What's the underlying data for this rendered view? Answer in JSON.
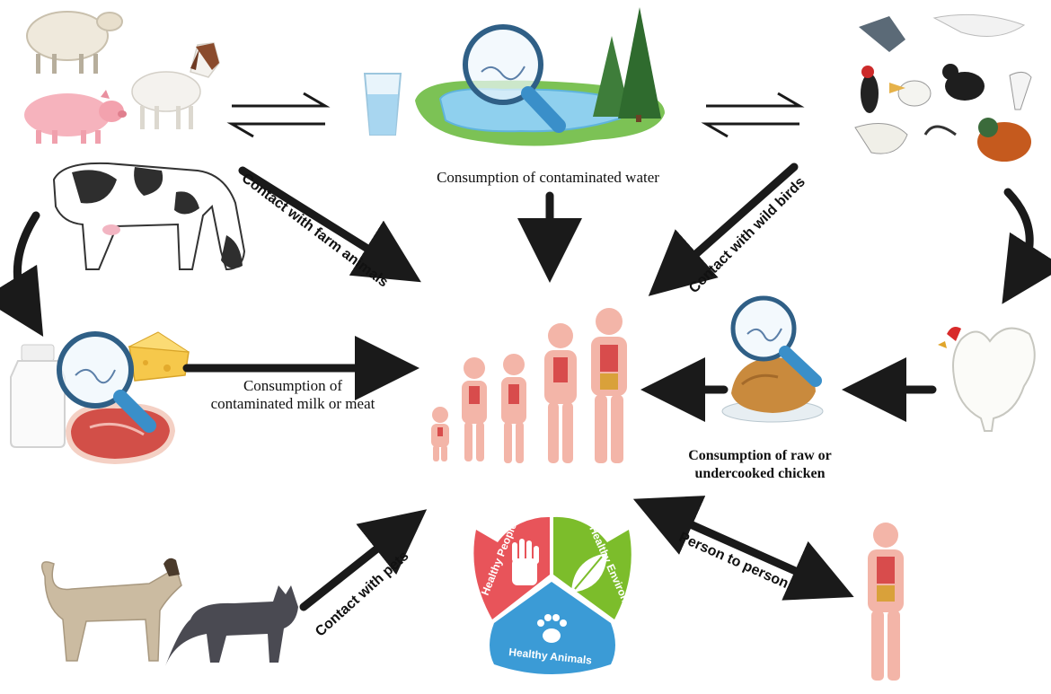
{
  "labels": {
    "water": "Consumption of contaminated water",
    "farm": "Contact with farm animals",
    "birds": "Contact with wild birds",
    "milk_line1": "Consumption of",
    "milk_line2": "contaminated milk or meat",
    "chicken_line1": "Consumption of raw or",
    "chicken_line2": "undercooked chicken",
    "pets": "Contact with pets",
    "person": "Person to person"
  },
  "one_health": {
    "people": "Healthy People",
    "environment": "Healthy Environment",
    "animals": "Healthy Animals"
  },
  "icons": [
    "sheep-icon",
    "pig-icon",
    "goat-icon",
    "cow-icon",
    "milk-bottle-icon",
    "cheese-icon",
    "meat-icon",
    "water-glass-icon",
    "pond-icon",
    "magnifier-icon",
    "tree-icon",
    "birds-icon",
    "rooster-icon",
    "roast-chicken-icon",
    "dog-icon",
    "cat-icon",
    "human-body-icon",
    "hand-icon",
    "leaf-icon",
    "paw-icon"
  ],
  "colors": {
    "arrow": "#1a1a1a",
    "people_segment": "#e8545a",
    "environment_segment": "#7cbd2b",
    "animals_segment": "#3b9bd6",
    "magnifier": "#3a8fc9",
    "pond": "#7cc7e8",
    "body": "#f3b5a8"
  }
}
